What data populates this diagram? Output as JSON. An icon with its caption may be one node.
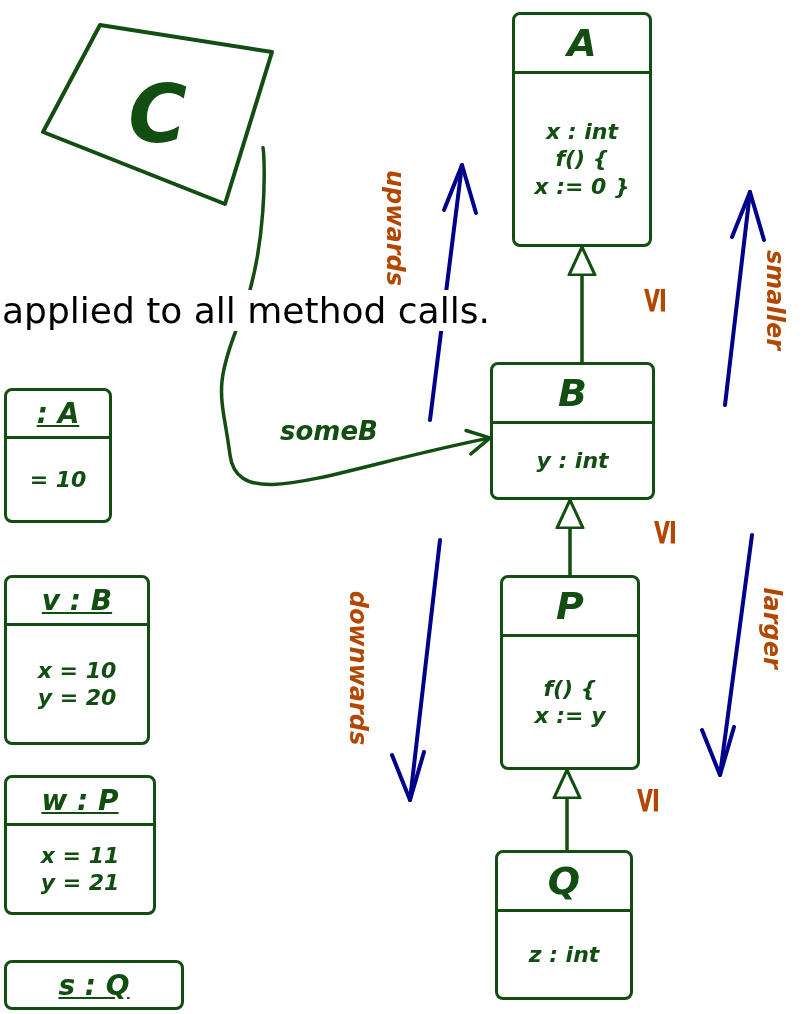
{
  "diagram": {
    "nodes": [
      {
        "text": [
          "C"
        ]
      },
      {
        "text": [
          "A",
          "x : int",
          "f() {",
          "x := 0 }"
        ]
      },
      {
        "text": [
          "B",
          "y : int"
        ]
      },
      {
        "text": [
          "P",
          "f() {",
          "x := y"
        ]
      },
      {
        "text": [
          "Q",
          "z : int"
        ]
      },
      {
        "text": [
          ": A",
          "= 10"
        ]
      },
      {
        "text": [
          "v : B",
          "x = 10",
          "y = 20"
        ]
      },
      {
        "text": [
          "w : P",
          "x = 11",
          "y = 21"
        ]
      },
      {
        "text": [
          "s : Q"
        ]
      }
    ],
    "edges": [
      {
        "from": 0,
        "to": 2,
        "arrow": "to",
        "label": "someB"
      },
      {
        "from": 2,
        "to": 1,
        "arrow": "to"
      },
      {
        "from": 3,
        "to": 2,
        "arrow": "to"
      },
      {
        "from": 4,
        "to": 3,
        "arrow": "to"
      }
    ],
    "labels": [
      "applied to all method calls.",
      "upwards",
      "smaller",
      "≤",
      "≤",
      "downwards",
      "larger",
      "≤"
    ]
  }
}
